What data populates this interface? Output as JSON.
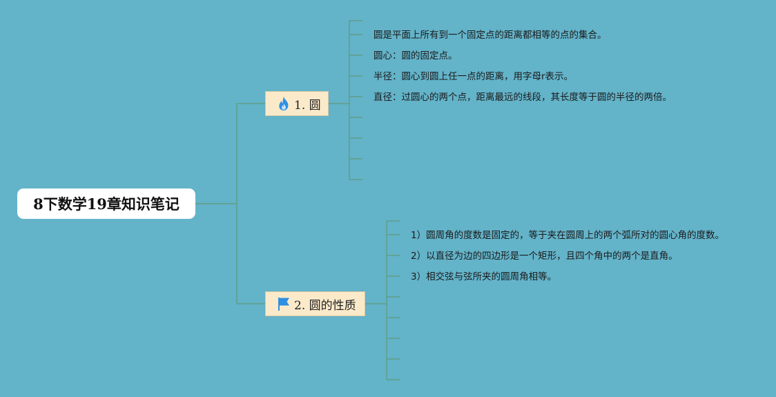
{
  "root": {
    "title": "8下数学19章知识笔记"
  },
  "branches": [
    {
      "label": "1. 圆",
      "icon": "fire-icon",
      "items": [
        "圆是平面上所有到一个固定点的距离都相等的点的集合。",
        "圆心：圆的固定点。",
        "半径：圆心到圆上任一点的距离，用字母r表示。",
        "直径：过圆心的两个点，距离最远的线段，其长度等于圆的半径的两倍。"
      ]
    },
    {
      "label": "2. 圆的性质",
      "icon": "flag-icon",
      "items": [
        "1）圆周角的度数是固定的，等于夹在圆周上的两个弧所对的圆心角的度数。",
        "2）以直径为边的四边形是一个矩形，且四个角中的两个是直角。",
        "3）相交弦与弦所夹的圆周角相等。"
      ]
    }
  ],
  "colors": {
    "background": "#63b3c9",
    "connector": "#5f9e86",
    "branch_fill": "#fbeaca",
    "fire": "#2f8fe0",
    "flag": "#2f8fe0"
  }
}
